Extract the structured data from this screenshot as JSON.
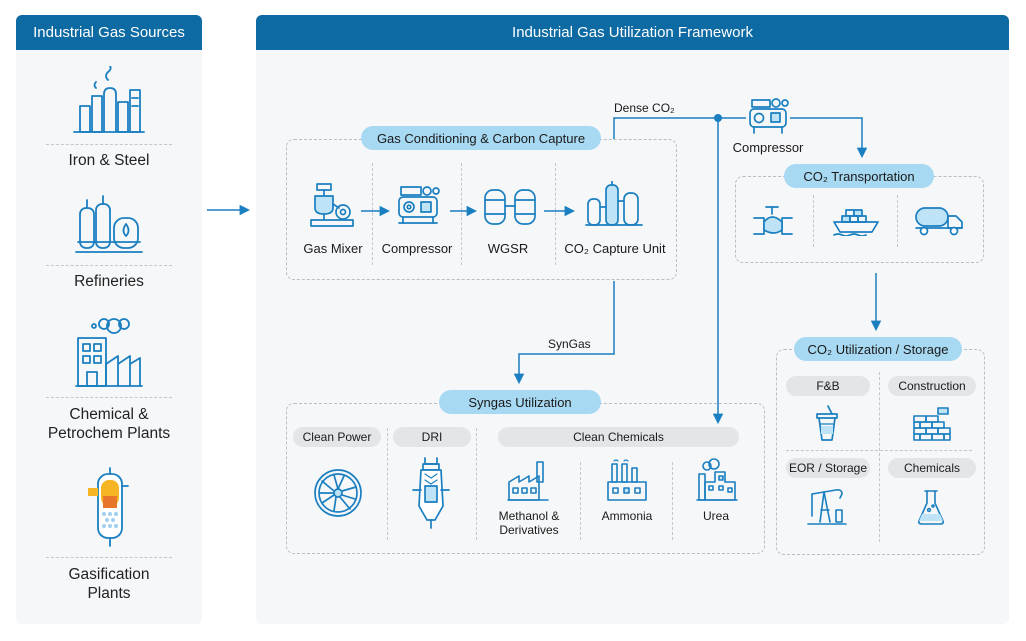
{
  "left_panel": {
    "title": "Industrial Gas Sources",
    "sources": [
      {
        "label": "Iron & Steel"
      },
      {
        "label": "Refineries"
      },
      {
        "label": "Chemical &\nPetrochem Plants"
      },
      {
        "label": "Gasification\nPlants"
      }
    ]
  },
  "main_panel": {
    "title": "Industrial Gas Utilization Framework"
  },
  "conditioning": {
    "title": "Gas Conditioning & Carbon Capture",
    "steps": [
      "Gas Mixer",
      "Compressor",
      "WGSR",
      "CO₂ Capture Unit"
    ]
  },
  "flows": {
    "dense_co2": "Dense CO₂",
    "syngas": "SynGas",
    "compressor": "Compressor"
  },
  "transportation": {
    "title": "CO₂ Transportation"
  },
  "storage": {
    "title": "CO₂ Utilization / Storage",
    "items": [
      "F&B",
      "Construction",
      "EOR / Storage",
      "Chemicals"
    ]
  },
  "syngas_util": {
    "title": "Syngas Utilization",
    "clean_power": "Clean Power",
    "dri": "DRI",
    "clean_chemicals": "Clean Chemicals",
    "methanol": "Methanol &\nDerivatives",
    "ammonia": "Ammonia",
    "urea": "Urea"
  },
  "colors": {
    "header": "#0d6aa3",
    "accent": "#1a7fc0",
    "pill": "#a8d9f2",
    "panel": "#f6f7f9"
  }
}
